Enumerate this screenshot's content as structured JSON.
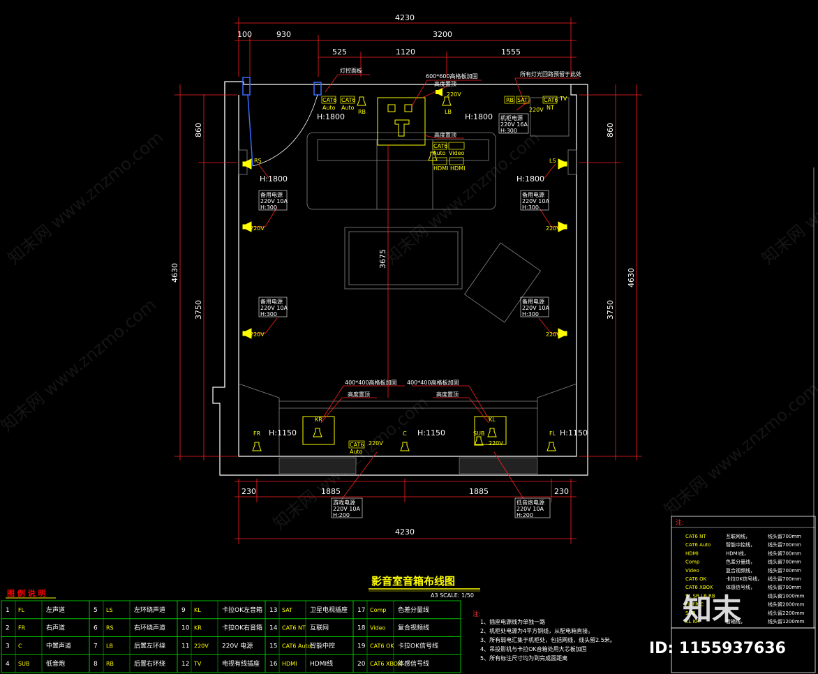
{
  "title": "影音室音箱布线图",
  "scale": "A3 SCALE: 1/50",
  "dimensions": {
    "top_total": "4230",
    "top_left": "100",
    "top_door": "930",
    "top_right": "3200",
    "top_sub1": "525",
    "top_sub2": "1120",
    "top_sub3": "1555",
    "bottom_left": "230",
    "bottom_mid1": "1885",
    "bottom_mid2": "1885",
    "bottom_right": "230",
    "bottom_total": "4230",
    "left_total": "4630",
    "left_upper": "860",
    "left_lower": "3750",
    "right_total": "4630",
    "right_upper": "860",
    "right_lower": "3750",
    "center": "3675"
  },
  "callouts": {
    "light_panel": "灯控面板",
    "ceiling_reinforce": "600*600高格板加固",
    "height_ceiling_top": "高度置顶",
    "all_lights": "所有灯光回路预留于此处",
    "height_ceiling_mid": "高度置顶",
    "reinforce_left": "400*400高格板加固",
    "reinforce_right": "400*400高格板加固",
    "height_left": "高度置顶",
    "height_right": "高度置顶"
  },
  "heights": {
    "h1800a": "H:1800",
    "h1800b": "H:1800",
    "h1800c": "H:1800",
    "h1800d": "H:1800",
    "h1150a": "H:1150",
    "h1150b": "H:1150",
    "h1150c": "H:1150"
  },
  "power": {
    "spare_label": "备用电源",
    "spec": "220V 10A",
    "h300": "H:300",
    "v220": "220V",
    "cabinet_label": "机柜电源",
    "cabinet_spec": "220V 16A",
    "game_label": "游戏电源",
    "game_spec": "220V 10A",
    "h200": "H:200",
    "sub_label": "低音炮电源",
    "sub_spec": "220V 10A"
  },
  "tags": {
    "FL": "FL",
    "FR": "FR",
    "C": "C",
    "SUB": "SUB",
    "LS": "LS",
    "RS": "RS",
    "LB": "LB",
    "RB": "RB",
    "KL": "KL",
    "KR": "KR",
    "TV": "TV",
    "SAT": "SAT",
    "CAT6": "CAT6",
    "Auto": "Auto",
    "NT": "NT",
    "HDMI": "HDMI",
    "Video": "Video"
  },
  "legend": {
    "title": "图 例 说 明",
    "items": [
      {
        "n": "1",
        "sym": "FL",
        "name": "左声道"
      },
      {
        "n": "2",
        "sym": "FR",
        "name": "右声道"
      },
      {
        "n": "3",
        "sym": "C",
        "name": "中置声道"
      },
      {
        "n": "4",
        "sym": "SUB",
        "name": "低音炮"
      },
      {
        "n": "5",
        "sym": "LS",
        "name": "左环绕声道"
      },
      {
        "n": "6",
        "sym": "RS",
        "name": "右环绕声道"
      },
      {
        "n": "7",
        "sym": "LB",
        "name": "后置左环绕"
      },
      {
        "n": "8",
        "sym": "RB",
        "name": "后置右环绕"
      },
      {
        "n": "9",
        "sym": "KL",
        "name": "卡拉OK左音箱"
      },
      {
        "n": "10",
        "sym": "KR",
        "name": "卡拉OK右音箱"
      },
      {
        "n": "11",
        "sym": "220V",
        "name": "220V 电源"
      },
      {
        "n": "12",
        "sym": "TV",
        "name": "电视有线插座"
      },
      {
        "n": "13",
        "sym": "SAT",
        "name": "卫星电视插座"
      },
      {
        "n": "14",
        "sym": "CAT6 NT",
        "name": "互联网"
      },
      {
        "n": "15",
        "sym": "CAT6 Auto",
        "name": "智能中控"
      },
      {
        "n": "16",
        "sym": "HDMI",
        "name": "HDMI线"
      },
      {
        "n": "17",
        "sym": "Comp",
        "name": "色差分量线"
      },
      {
        "n": "18",
        "sym": "Video",
        "name": "复合视频线"
      },
      {
        "n": "19",
        "sym": "CAT6 OK",
        "name": "卡拉OK信号线"
      },
      {
        "n": "20",
        "sym": "CAT6 XBOX",
        "name": "体感信号线"
      }
    ]
  },
  "notes": {
    "head": "注:",
    "lines": [
      "1、插座电源线为单独一路",
      "2、机柜处电源为4平方铜线，从配电箱直接。",
      "3、所有弱电汇集于机柜处，包括网线，线头留2.5米。",
      "4、吊投影机与卡拉OK音箱处用大芯板加固",
      "5、所有标注尺寸均为到完成面距离"
    ]
  },
  "side_notes": {
    "head": "注:",
    "rows": [
      {
        "sym": "CAT6 NT",
        "name": "互联网线，",
        "tail": "线头留700mm"
      },
      {
        "sym": "CAT6 Auto",
        "name": "智能中控线，",
        "tail": "线头留700mm"
      },
      {
        "sym": "HDMI",
        "name": "HDMI线，",
        "tail": "线头留700mm"
      },
      {
        "sym": "Comp",
        "name": "色差分量线，",
        "tail": "线头留700mm"
      },
      {
        "sym": "Video",
        "name": "复合视频线，",
        "tail": "线头留700mm"
      },
      {
        "sym": "CAT6 OK",
        "name": "卡拉OK信号线，",
        "tail": "线头留700mm"
      },
      {
        "sym": "CAT6 XBOX",
        "name": "体感信号线，",
        "tail": "线头留700mm"
      },
      {
        "sym": "SL SR LB RB",
        "name": "",
        "tail": "线头留1000mm"
      },
      {
        "sym": "FL FR C",
        "name": "",
        "tail": "线头留2000mm"
      },
      {
        "sym": "SUB",
        "name": "",
        "tail": "线头留2200mm"
      },
      {
        "sym": "KL KR",
        "name": "音箱线，",
        "tail": "线头留1200mm"
      }
    ]
  },
  "watermark": "知末网 www.znzmo.com",
  "brand": "知末",
  "id_text": "ID: 1155937636",
  "colors": {
    "line": "#ffffff",
    "dim": "#ff2020",
    "accent": "#ffff00",
    "wall": "#ffffff",
    "cyan": "#00ffff",
    "legend_border": "#00c000",
    "door": "#3a6cff"
  }
}
